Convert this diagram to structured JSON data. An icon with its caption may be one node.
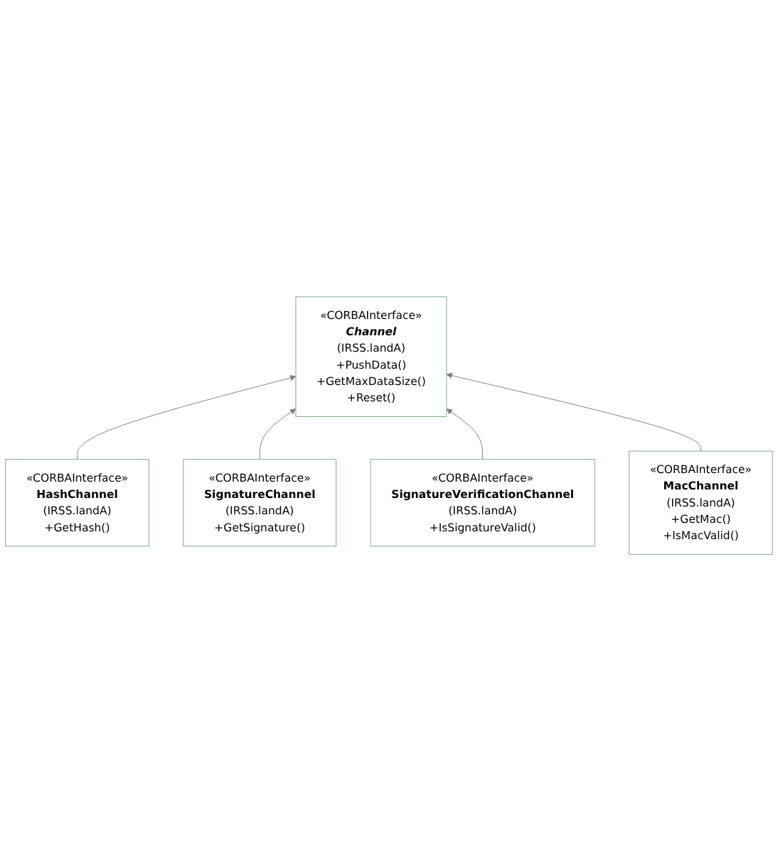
{
  "diagram": {
    "nodes": [
      {
        "text": [
          "«CORBAInterface»",
          "Channel",
          "(IRSS.landA)",
          "+PushData()",
          "+GetMaxDataSize()",
          "+Reset()"
        ]
      },
      {
        "text": [
          "«CORBAInterface»",
          "HashChannel",
          "(IRSS.landA)",
          "+GetHash()"
        ]
      },
      {
        "text": [
          "«CORBAInterface»",
          "MacChannel",
          "(IRSS.landA)",
          "+GetMac()",
          "+IsMacValid()"
        ]
      },
      {
        "text": [
          "«CORBAInterface»",
          "SignatureChannel",
          "(IRSS.landA)",
          "+GetSignature()"
        ]
      },
      {
        "text": [
          "«CORBAInterface»",
          "SignatureVerificationChannel",
          "(IRSS.landA)",
          "+IsSignatureValid()"
        ]
      }
    ],
    "edges": [
      {
        "from": 1,
        "to": 0,
        "arrow": "to"
      },
      {
        "from": 3,
        "to": 0,
        "arrow": "to"
      },
      {
        "from": 4,
        "to": 0,
        "arrow": "to"
      },
      {
        "from": 2,
        "to": 0,
        "arrow": "to"
      }
    ]
  }
}
